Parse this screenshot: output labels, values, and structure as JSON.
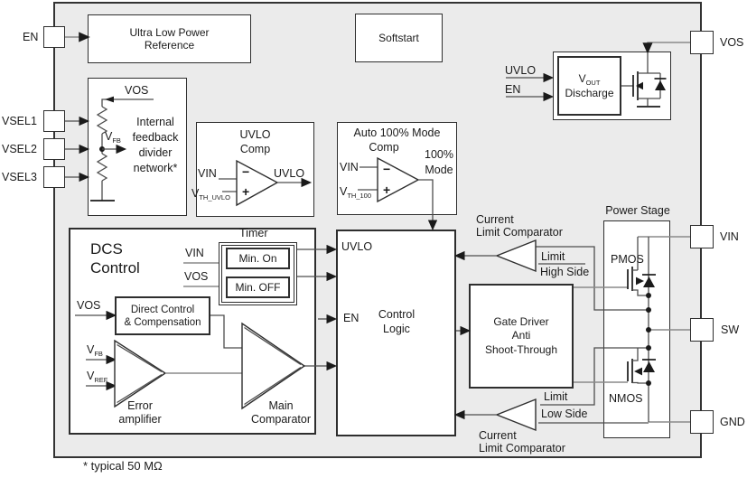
{
  "pins": {
    "en": "EN",
    "vsel1": "VSEL1",
    "vsel2": "VSEL2",
    "vsel3": "VSEL3",
    "vos": "VOS",
    "vin": "VIN",
    "sw": "SW",
    "gnd": "GND"
  },
  "reference": {
    "line1": "Ultra Low Power",
    "line2": "Reference"
  },
  "softstart": {
    "label": "Softstart"
  },
  "divider": {
    "vos": "VOS",
    "vfb_base": "V",
    "vfb_sub": "FB",
    "line1": "Internal",
    "line2": "feedback",
    "line3": "divider",
    "line4": "network*"
  },
  "uvlo_comp": {
    "title1": "UVLO",
    "title2": "Comp",
    "vin": "VIN",
    "vth_base": "V",
    "vth_sub": "TH_UVLO",
    "minus": "−",
    "plus": "+",
    "out": "UVLO"
  },
  "auto_comp": {
    "title1": "Auto 100% Mode",
    "title2": "Comp",
    "vin": "VIN",
    "vth_base": "V",
    "vth_sub": "TH_100",
    "minus": "−",
    "plus": "+",
    "out1": "100%",
    "out2": "Mode"
  },
  "discharge": {
    "uvlo": "UVLO",
    "en": "EN",
    "v_base": "V",
    "v_sub": "OUT",
    "line2": "Discharge"
  },
  "dcs": {
    "title1": "DCS",
    "title2": "Control",
    "timer": "Timer",
    "vin": "VIN",
    "vos": "VOS",
    "min_on": "Min. On",
    "min_off": "Min. OFF",
    "vos2": "VOS",
    "dcc1": "Direct Control",
    "dcc2": "& Compensation",
    "vfb_base": "V",
    "vfb_sub": "FB",
    "vref_base": "V",
    "vref_sub": "REF",
    "err1": "Error",
    "err2": "amplifier",
    "main1": "Main",
    "main2": "Comparator"
  },
  "control_logic": {
    "uvlo": "UVLO",
    "en": "EN",
    "line1": "Control",
    "line2": "Logic"
  },
  "gate_driver": {
    "line1": "Gate Driver",
    "line2": "Anti",
    "line3": "Shoot-Through"
  },
  "limit_high": {
    "cap1": "Current",
    "cap2": "Limit Comparator",
    "limit": "Limit",
    "side": "High Side"
  },
  "limit_low": {
    "cap1": "Current",
    "cap2": "Limit Comparator",
    "limit": "Limit",
    "side": "Low Side"
  },
  "power_stage": {
    "title": "Power Stage",
    "pmos": "PMOS",
    "nmos": "NMOS"
  },
  "footnote": "* typical 50 MΩ",
  "colors": {
    "chip_bg": "#ebebeb",
    "border": "#2e2e2e",
    "wire": "#4d4d4d"
  }
}
